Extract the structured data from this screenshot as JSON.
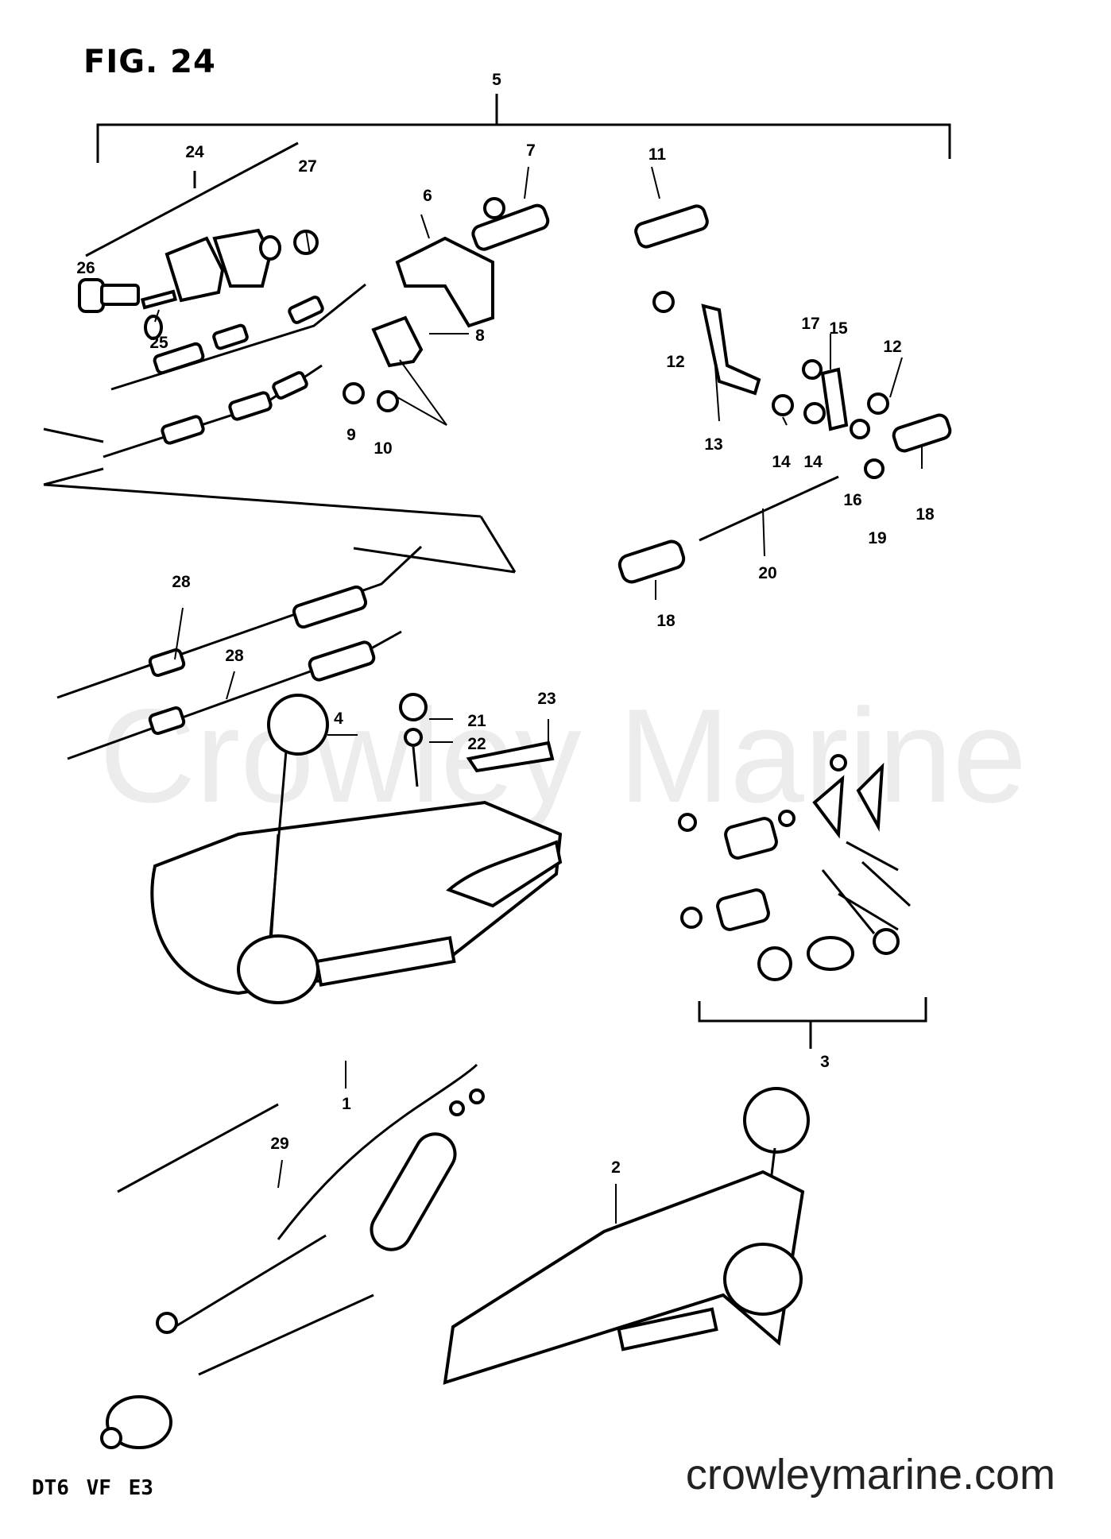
{
  "figure": {
    "title": "FIG. 24"
  },
  "model_code": "DT6 VF E3",
  "watermark": "Crowley Marine",
  "site_url": "crowleymarine.com",
  "callouts": {
    "c1": "1",
    "c2": "2",
    "c3": "3",
    "c4": "4",
    "c5": "5",
    "c6": "6",
    "c7": "7",
    "c8": "8",
    "c9": "9",
    "c10": "10",
    "c11": "11",
    "c12a": "12",
    "c12b": "12",
    "c13": "13",
    "c14a": "14",
    "c14b": "14",
    "c15": "15",
    "c16": "16",
    "c17": "17",
    "c18a": "18",
    "c18b": "18",
    "c19": "19",
    "c20": "20",
    "c21": "21",
    "c22": "22",
    "c23": "23",
    "c24": "24",
    "c25": "25",
    "c26": "26",
    "c27": "27",
    "c28a": "28",
    "c28b": "28",
    "c29": "29"
  }
}
